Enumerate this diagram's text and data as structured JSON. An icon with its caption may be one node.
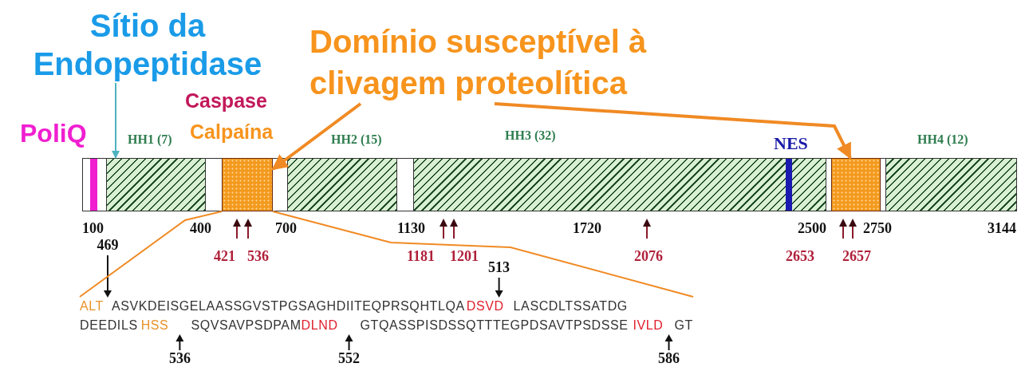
{
  "diagram": {
    "nodes": [
      {
        "text": [
          "Sítio da Endopeptidase"
        ]
      },
      {
        "text": [
          "Domínio susceptível à clivagem proteolítica"
        ]
      },
      {
        "text": [],
        "shape": "box",
        "beside": [
          "HH1 (7)"
        ]
      },
      {
        "text": [],
        "shape": "box"
      },
      {
        "text": [],
        "shape": "box",
        "beside": [
          "HH2 (15)"
        ]
      },
      {
        "text": [],
        "shape": "box",
        "beside": [
          "HH3 (32)"
        ]
      },
      {
        "text": [],
        "shape": "box"
      },
      {
        "text": [],
        "shape": "box",
        "beside": [
          "HH4 (12)"
        ]
      },
      {
        "text": [
          "ALT",
          "ASVKDEISGELAASSGVSTPGSAGHDIITEQPRSQHTLQA",
          "DSVD",
          "LASCDLTSSATDG",
          "DEEDILS",
          "HSS",
          "SQVSAVPSDPAM",
          "DLND",
          "GTQASSPISDSSQTTTEGPDSAVTPSDSSE",
          "IVLD",
          "GT"
        ]
      }
    ],
    "edges": [
      {
        "from": 0,
        "to": 2,
        "arrow": "to",
        "color": "#4fb3bf"
      },
      {
        "from": 1,
        "to": 3,
        "arrow": "to",
        "style": "thick"
      },
      {
        "from": 1,
        "to": 6,
        "arrow": "to",
        "style": "thick"
      },
      {
        "from": 3,
        "to": 8,
        "arrow": "none"
      },
      {
        "from": 3,
        "to": 8,
        "arrow": "none"
      }
    ],
    "labels": [
      "Caspase",
      "PoliQ",
      "Calpaína",
      "NES",
      "100",
      "400",
      "700",
      "1130",
      "1720",
      "2500",
      "2750",
      "3144",
      "421",
      "536",
      "1181",
      "1201",
      "2076",
      "2653",
      "2657",
      "469",
      "513",
      "536",
      "552",
      "586"
    ]
  }
}
